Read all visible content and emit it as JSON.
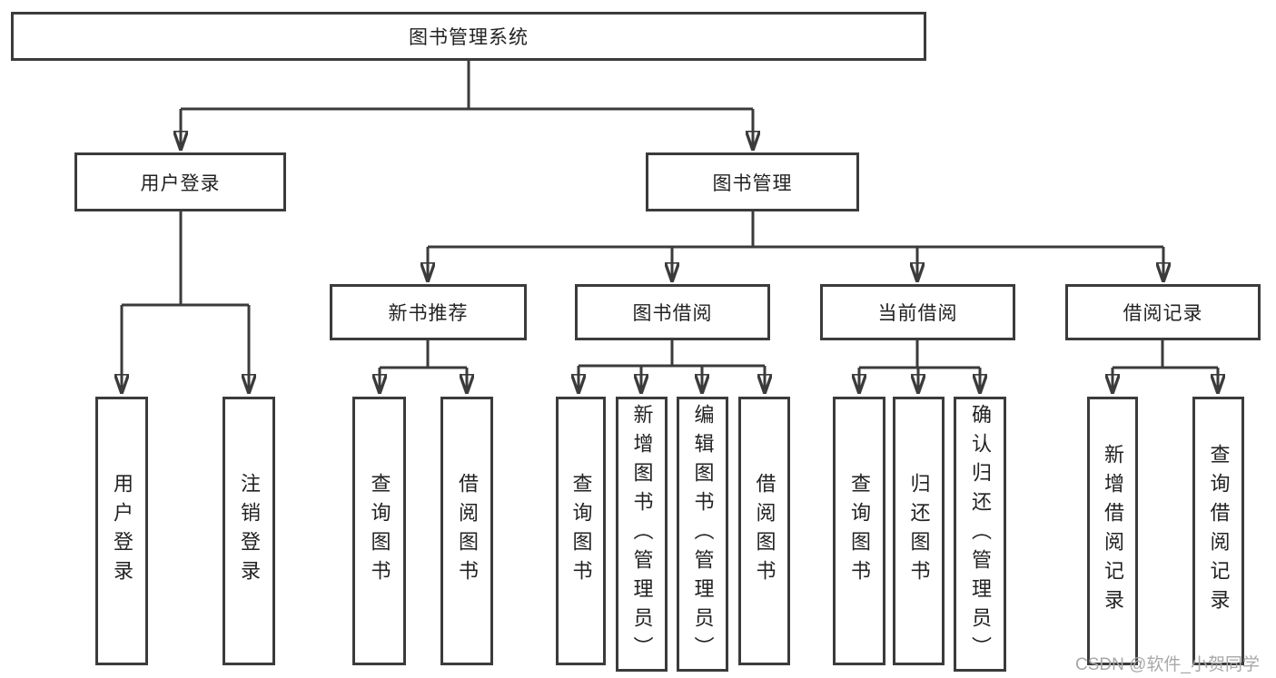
{
  "diagram": {
    "type": "hierarchy-tree",
    "topic": "图书管理系统功能结构图"
  },
  "colors": {
    "background": "#ffffff",
    "line": "#3b3b3b",
    "box_border": "#3b3b3b",
    "text": "#222222",
    "watermark": "#a8a8a8"
  },
  "nodes": {
    "root": {
      "label": "图书管理系统"
    },
    "level2": [
      {
        "id": "user-login",
        "label": "用户登录"
      },
      {
        "id": "book-management",
        "label": "图书管理"
      }
    ],
    "level3": [
      {
        "id": "new-book-recommend",
        "label": "新书推荐",
        "parent": "图书管理"
      },
      {
        "id": "book-borrowing",
        "label": "图书借阅",
        "parent": "图书管理"
      },
      {
        "id": "current-borrowing",
        "label": "当前借阅",
        "parent": "图书管理"
      },
      {
        "id": "borrowing-records",
        "label": "借阅记录",
        "parent": "图书管理"
      }
    ],
    "leaves": [
      {
        "id": "leaf-user-login",
        "label": "用户登录",
        "parent": "用户登录"
      },
      {
        "id": "leaf-logout",
        "label": "注销登录",
        "parent": "用户登录"
      },
      {
        "id": "leaf-query-books-recommend",
        "label": "查询图书",
        "parent": "新书推荐"
      },
      {
        "id": "leaf-borrow-books-recommend",
        "label": "借阅图书",
        "parent": "新书推荐"
      },
      {
        "id": "leaf-query-books-borrowing",
        "label": "查询图书",
        "parent": "图书借阅"
      },
      {
        "id": "leaf-add-books-admin",
        "label": "新增图书（管理员）",
        "parent": "图书借阅"
      },
      {
        "id": "leaf-edit-books-admin",
        "label": "编辑图书（管理员）",
        "parent": "图书借阅"
      },
      {
        "id": "leaf-borrow-books-borrowing",
        "label": "借阅图书",
        "parent": "图书借阅"
      },
      {
        "id": "leaf-query-books-current",
        "label": "查询图书",
        "parent": "当前借阅"
      },
      {
        "id": "leaf-return-books",
        "label": "归还图书",
        "parent": "当前借阅"
      },
      {
        "id": "leaf-confirm-return-admin",
        "label": "确认归还（管理员）",
        "parent": "当前借阅"
      },
      {
        "id": "leaf-add-borrow-record",
        "label": "新增借阅记录",
        "parent": "借阅记录"
      },
      {
        "id": "leaf-query-borrow-record",
        "label": "查询借阅记录",
        "parent": "借阅记录"
      }
    ]
  },
  "watermark": {
    "text": "CSDN @软件_小贺同学"
  }
}
